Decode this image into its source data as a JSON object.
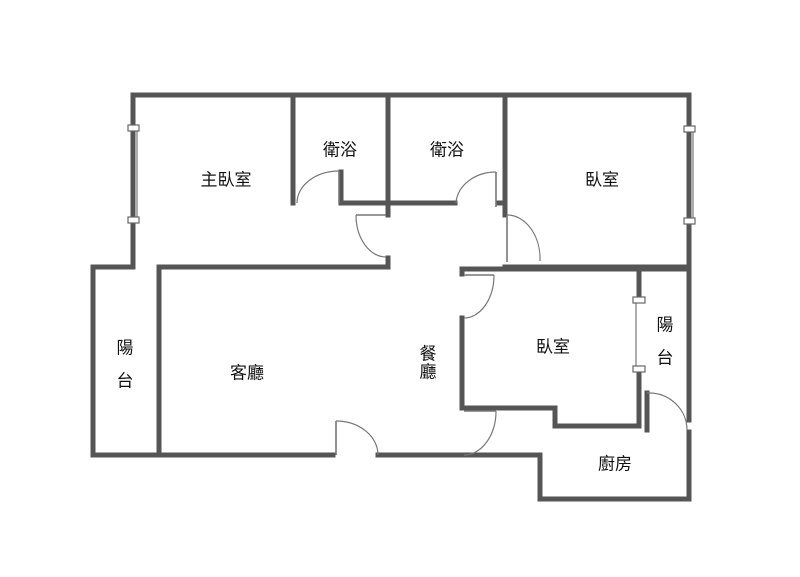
{
  "rooms": {
    "master_bedroom": "主臥室",
    "bath_left": "衛浴",
    "bath_right": "衛浴",
    "bedroom_ne": "臥室",
    "balcony_w_1": "陽",
    "balcony_w_2": "台",
    "living_room": "客廳",
    "dining_1": "餐",
    "dining_2": "廳",
    "bedroom_mid": "臥室",
    "balcony_e_1": "陽",
    "balcony_e_2": "台",
    "kitchen": "廚房"
  },
  "colors": {
    "wall": "#555555",
    "door": "#777777",
    "background": "#ffffff"
  }
}
